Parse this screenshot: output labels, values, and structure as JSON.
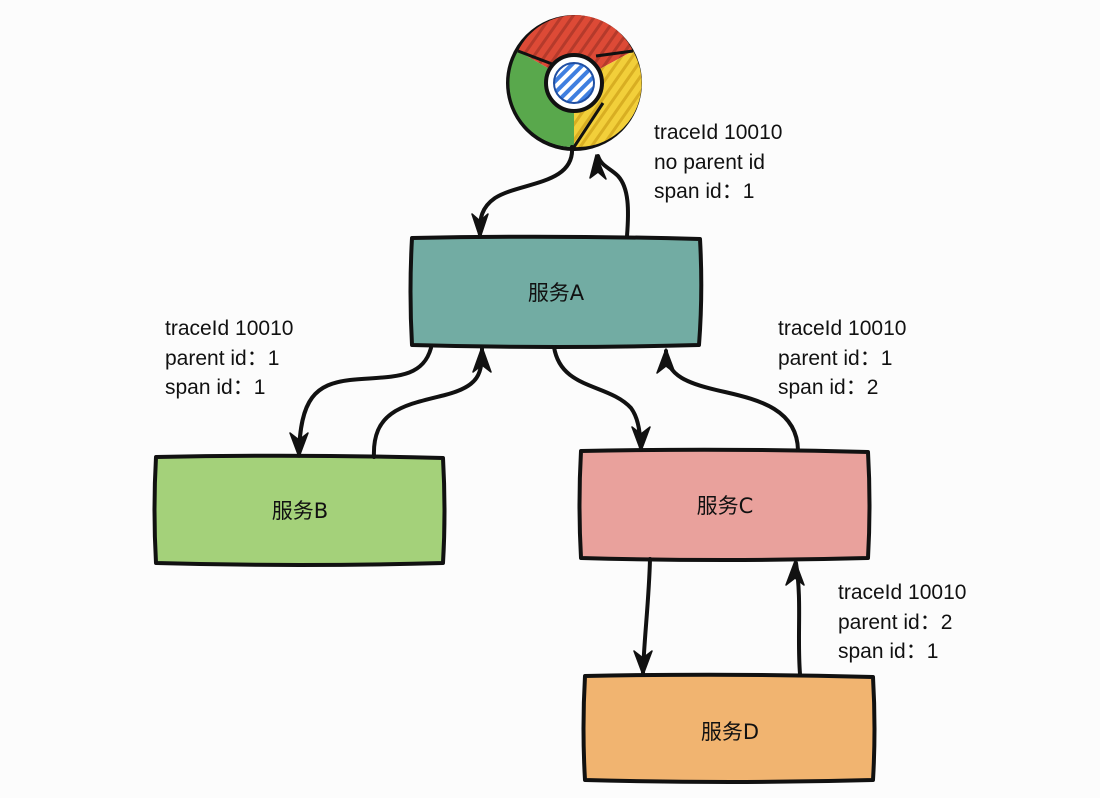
{
  "services": {
    "a": {
      "label": "服务A",
      "color": "#72aca3"
    },
    "b": {
      "label": "服务B",
      "color": "#a4d17a"
    },
    "c": {
      "label": "服务C",
      "color": "#e9a19c"
    },
    "d": {
      "label": "服务D",
      "color": "#f1b470"
    }
  },
  "trace_labels": {
    "browser_to_a": [
      "traceId 10010",
      "no parent id",
      "span id：1"
    ],
    "a_to_b": [
      "traceId 10010",
      "parent id：1",
      "span id：1"
    ],
    "a_to_c": [
      "traceId 10010",
      "parent id：1",
      "span id：2"
    ],
    "c_to_d": [
      "traceId 10010",
      "parent id：2",
      "span id：1"
    ]
  },
  "browser_icon": {
    "name": "chrome-browser-icon",
    "colors": {
      "red": "#dd4a36",
      "green": "#59a84c",
      "yellow": "#f2cf3a",
      "blue": "#3f7fe0"
    }
  }
}
